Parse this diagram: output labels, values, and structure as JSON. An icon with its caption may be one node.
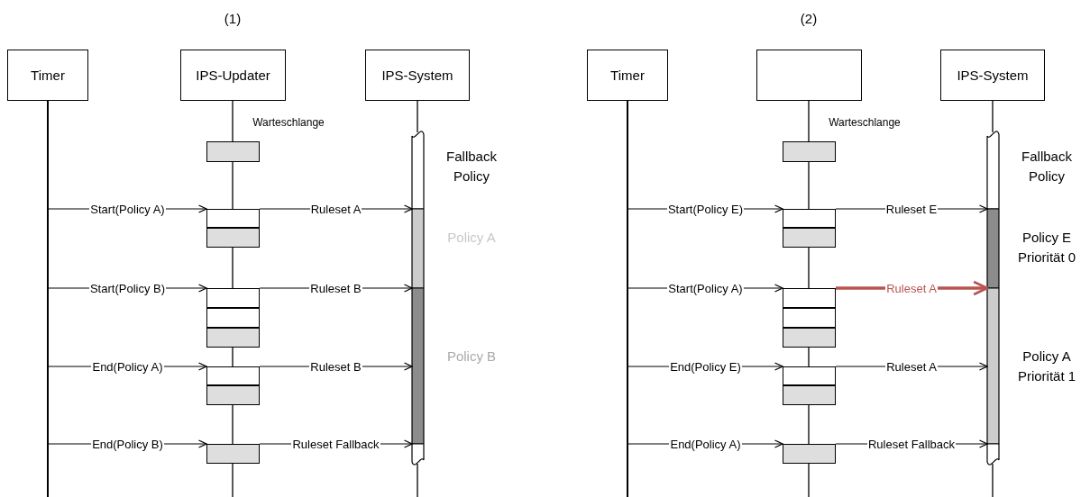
{
  "diagram": {
    "nodes": [
      {
        "text": [
          "Timer"
        ]
      },
      {
        "text": [
          "IPS-Updater"
        ]
      },
      {
        "text": [
          "IPS-System"
        ]
      },
      {
        "text": [],
        "shape": "bar"
      },
      {
        "text": [],
        "shape": "box"
      },
      {
        "text": [],
        "shape": "box"
      },
      {
        "text": [],
        "shape": "box"
      },
      {
        "text": [],
        "shape": "box"
      },
      {
        "text": [],
        "shape": "box"
      },
      {
        "text": [],
        "shape": "box"
      },
      {
        "text": [],
        "shape": "box"
      },
      {
        "text": [],
        "shape": "box"
      },
      {
        "text": [],
        "shape": "box"
      },
      {
        "text": [],
        "shape": "bar",
        "beside": [
          "Fallback Policy"
        ]
      },
      {
        "text": [],
        "shape": "bar",
        "beside": [
          "Policy A"
        ]
      },
      {
        "text": [],
        "shape": "bar",
        "beside": [
          "Policy B"
        ]
      },
      {
        "text": [],
        "shape": "bar"
      },
      {
        "text": [
          "Timer"
        ]
      },
      {
        "text": [],
        "shape": "box"
      },
      {
        "text": [
          "IPS-System"
        ]
      },
      {
        "text": [],
        "shape": "bar"
      },
      {
        "text": [],
        "shape": "box"
      },
      {
        "text": [],
        "shape": "box"
      },
      {
        "text": [],
        "shape": "box"
      },
      {
        "text": [],
        "shape": "box"
      },
      {
        "text": [],
        "shape": "box"
      },
      {
        "text": [],
        "shape": "box"
      },
      {
        "text": [],
        "shape": "box"
      },
      {
        "text": [],
        "shape": "box"
      },
      {
        "text": [],
        "shape": "box"
      },
      {
        "text": [],
        "shape": "bar",
        "beside": [
          "Fallback Policy"
        ]
      },
      {
        "text": [],
        "shape": "bar",
        "beside": [
          "Policy E Priorität 0"
        ]
      },
      {
        "text": [],
        "shape": "bar",
        "beside": [
          "Policy A Priorität 1"
        ]
      },
      {
        "text": [],
        "shape": "bar"
      }
    ],
    "edges": [
      {
        "from": 3,
        "to": 5,
        "arrow": "to",
        "label": "Start(Policy A)"
      },
      {
        "from": 5,
        "to": 14,
        "arrow": "to",
        "label": "Ruleset A"
      },
      {
        "from": 3,
        "to": 7,
        "arrow": "to",
        "label": "Start(Policy B)"
      },
      {
        "from": 7,
        "to": 15,
        "arrow": "to",
        "label": "Ruleset B"
      },
      {
        "from": 3,
        "to": 10,
        "arrow": "to",
        "label": "End(Policy A)"
      },
      {
        "from": 10,
        "to": 15,
        "arrow": "to",
        "label": "Ruleset B"
      },
      {
        "from": 3,
        "to": 12,
        "arrow": "to",
        "label": "End(Policy B)"
      },
      {
        "from": 12,
        "to": 16,
        "arrow": "to",
        "label": "Ruleset Fallback"
      },
      {
        "from": 20,
        "to": 22,
        "arrow": "to",
        "label": "Start(Policy E)"
      },
      {
        "from": 22,
        "to": 31,
        "arrow": "to",
        "label": "Ruleset E"
      },
      {
        "from": 20,
        "to": 24,
        "arrow": "to",
        "label": "Start(Policy A)"
      },
      {
        "from": 24,
        "to": 32,
        "arrow": "to",
        "label": "Ruleset A",
        "style": "thick",
        "color": "#b85450"
      },
      {
        "from": 20,
        "to": 27,
        "arrow": "to",
        "label": "End(Policy E)"
      },
      {
        "from": 27,
        "to": 32,
        "arrow": "to",
        "label": "Ruleset A"
      },
      {
        "from": 20,
        "to": 29,
        "arrow": "to",
        "label": "End(Policy A)"
      },
      {
        "from": 29,
        "to": 33,
        "arrow": "to",
        "label": "Ruleset Fallback"
      }
    ],
    "labels": [
      "(1)",
      "(2)",
      "Warteschlange",
      "Warteschlange"
    ]
  }
}
